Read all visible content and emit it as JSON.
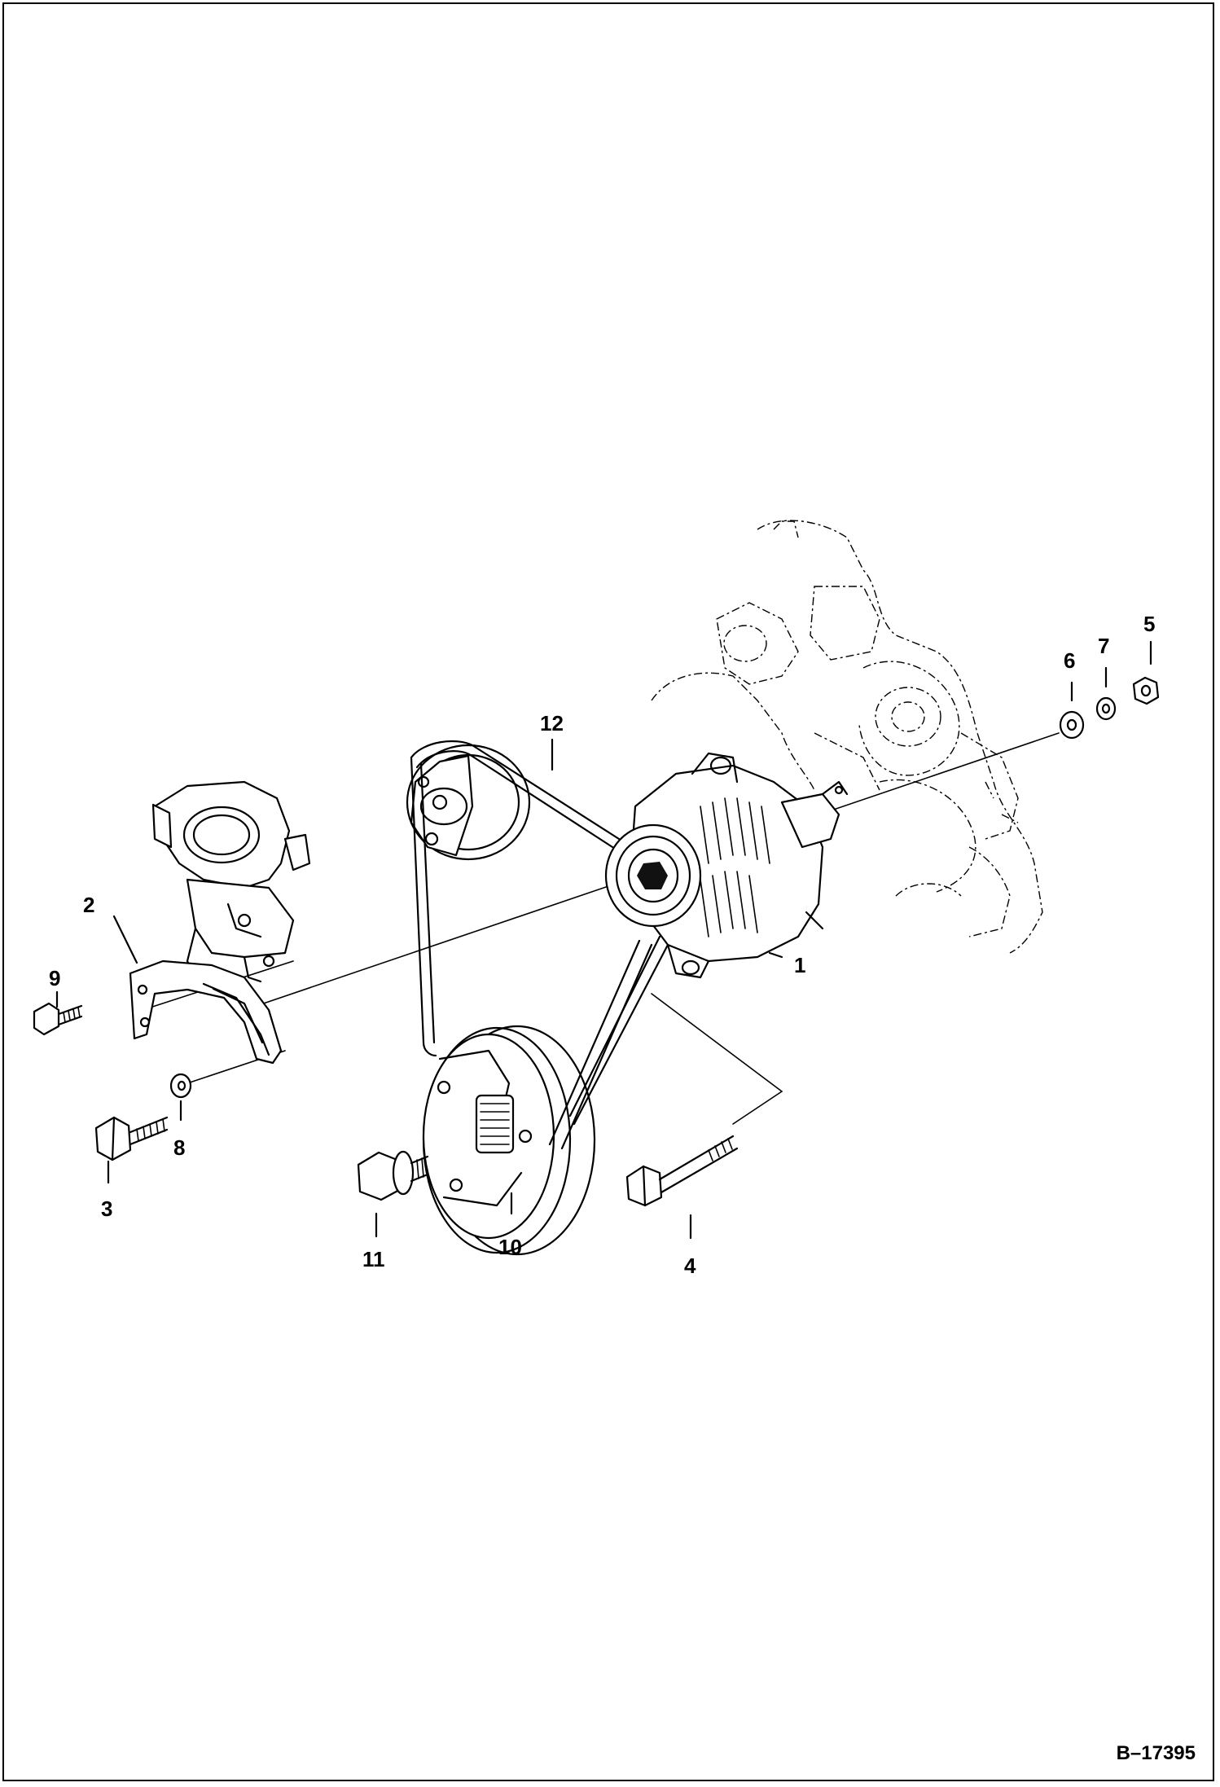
{
  "figure_id": "B–17395",
  "callouts": [
    {
      "id": "1",
      "label": "1"
    },
    {
      "id": "2",
      "label": "2"
    },
    {
      "id": "3",
      "label": "3"
    },
    {
      "id": "4",
      "label": "4"
    },
    {
      "id": "5",
      "label": "5"
    },
    {
      "id": "6",
      "label": "6"
    },
    {
      "id": "7",
      "label": "7"
    },
    {
      "id": "8",
      "label": "8"
    },
    {
      "id": "9",
      "label": "9"
    },
    {
      "id": "10",
      "label": "10"
    },
    {
      "id": "11",
      "label": "11"
    },
    {
      "id": "12",
      "label": "12"
    }
  ],
  "colors": {
    "ink": "#000000",
    "paper": "#ffffff"
  }
}
